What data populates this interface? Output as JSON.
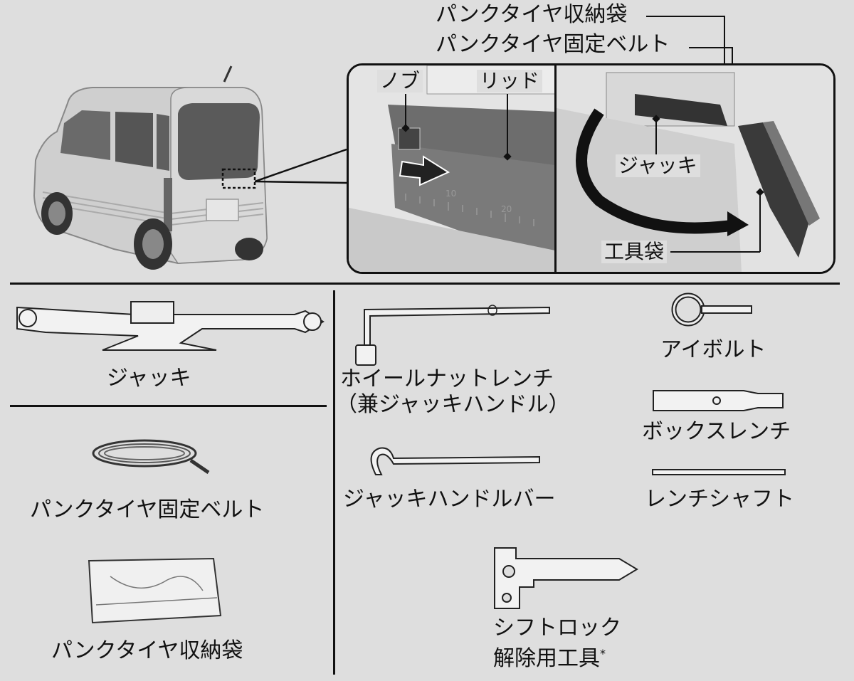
{
  "top_callouts": {
    "storage_bag": "パンクタイヤ収納袋",
    "fixing_belt": "パンクタイヤ固定ベルト"
  },
  "detail_left": {
    "knob": "ノブ",
    "lid": "リッド",
    "scale_marks": [
      "10",
      "20"
    ]
  },
  "detail_right": {
    "jack": "ジャッキ",
    "tool_bag": "工具袋"
  },
  "items": {
    "jack": "ジャッキ",
    "wheel_nut_wrench_line1": "ホイールナットレンチ",
    "wheel_nut_wrench_line2": "（兼ジャッキハンドル）",
    "eye_bolt": "アイボルト",
    "box_wrench": "ボックスレンチ",
    "wrench_shaft": "レンチシャフト",
    "fixing_belt": "パンクタイヤ固定ベルト",
    "jack_handle_bar": "ジャッキハンドルバー",
    "storage_bag": "パンクタイヤ収納袋",
    "shift_lock_line1": "シフトロック",
    "shift_lock_line2": "解除用工具",
    "shift_lock_note": "*"
  }
}
